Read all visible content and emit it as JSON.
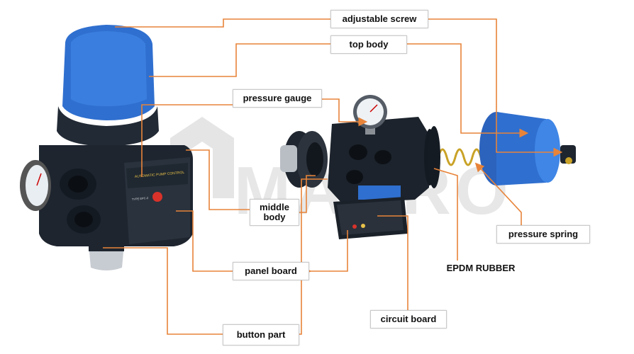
{
  "colors": {
    "leader_line": "#e8843a",
    "pump_blue": "#2f6fcf",
    "pump_dark": "#1d2530"
  },
  "labels": {
    "adjustable_screw": "adjustable screw",
    "top_body": "top body",
    "pressure_gauge": "pressure gauge",
    "middle_body": "middle\nbody",
    "panel_board": "panel board",
    "button_part": "button  part",
    "circuit_board": "circuit board",
    "epdm_rubber": "EPDM RUBBER",
    "pressure_spring": "pressure spring"
  },
  "device": {
    "panel_title": "AUTOMATIC PUMP CONTROL",
    "type_label": "TYPE EPC-2"
  },
  "watermark": "MARRO"
}
